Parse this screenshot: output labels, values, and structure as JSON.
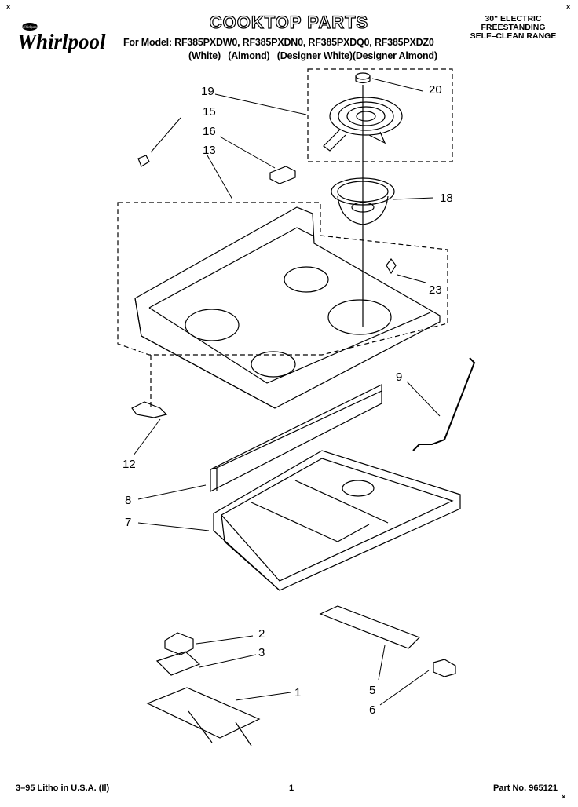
{
  "header": {
    "title": "COOKTOP PARTS",
    "brand": "Whirlpool",
    "brand_small": "Whirlpool",
    "model_line": "For Model: RF385PXDW0, RF385PXDN0, RF385PXDQ0, RF385PXDZ0",
    "colors": [
      "(White)",
      "(Almond)",
      "(Designer White)(Designer Almond)"
    ],
    "range_type": [
      "30\" ELECTRIC",
      "FREESTANDING",
      "SELF–CLEAN RANGE"
    ]
  },
  "corner_marks": {
    "top_left": "×",
    "top_right": "×",
    "bottom_right": "×"
  },
  "callouts": [
    "20",
    "19",
    "15",
    "16",
    "13",
    "18",
    "23",
    "9",
    "12",
    "8",
    "7",
    "2",
    "3",
    "1",
    "5",
    "6"
  ],
  "footer": {
    "left": "3–95 Litho in U.S.A. (Il)",
    "center": "1",
    "right": "Part No. 965121"
  }
}
